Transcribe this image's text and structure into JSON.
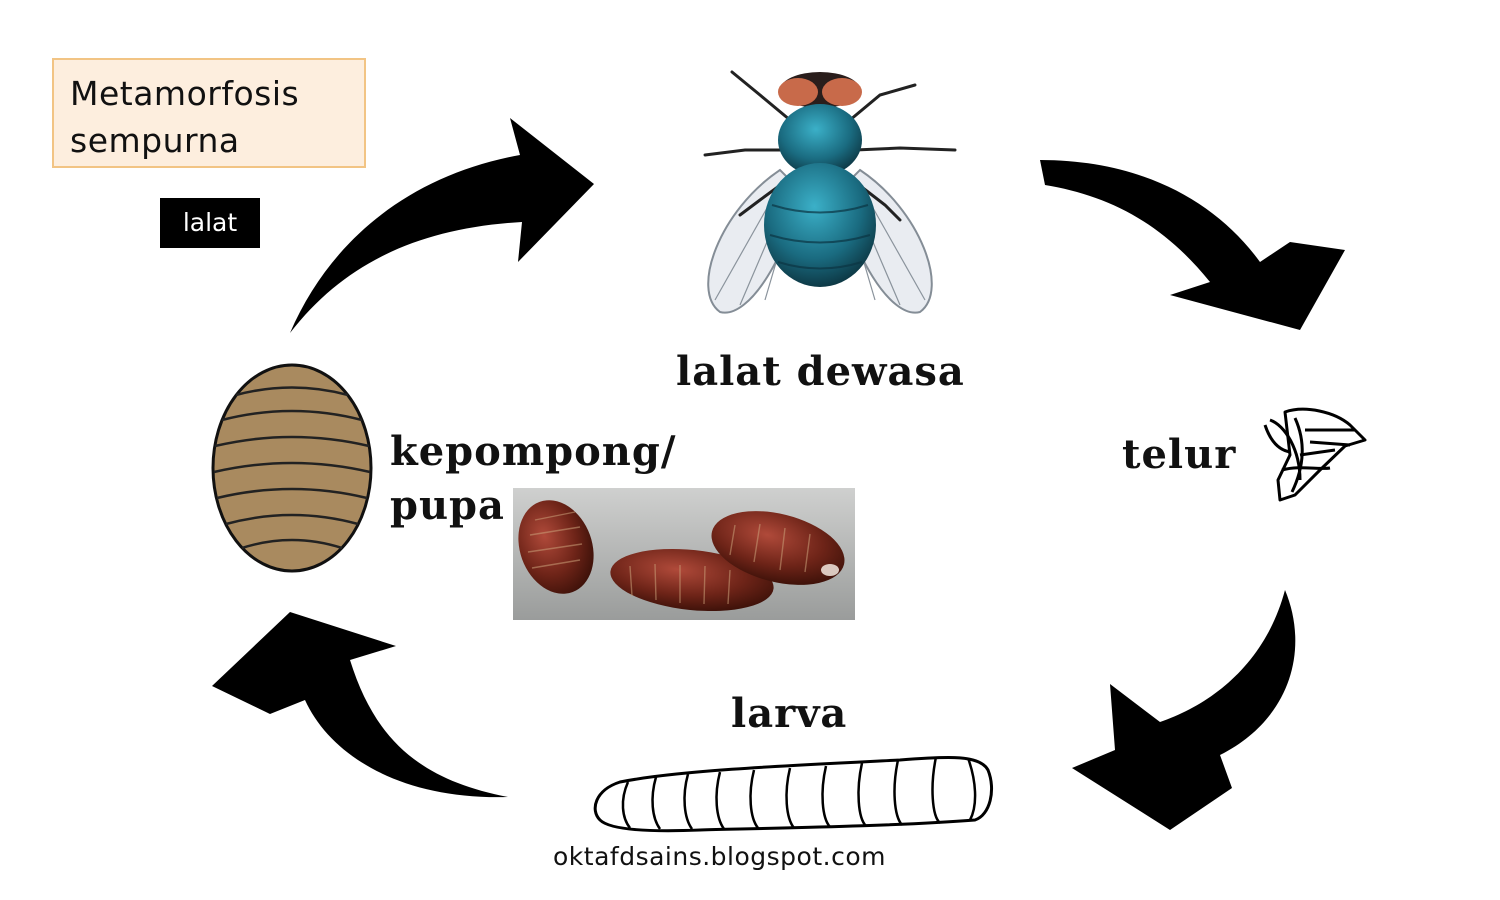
{
  "title": {
    "line1": "Metamorfosis",
    "line2": "sempurna"
  },
  "tag": "lalat",
  "stages": {
    "adult": "lalat dewasa",
    "egg": "telur",
    "larva": "larva",
    "pupa_line1": "kepompong/",
    "pupa_line2": "pupa"
  },
  "credit": "oktafdsains.blogspot.com",
  "colors": {
    "arrow": "#000000",
    "title_box_fill": "#fdeede",
    "title_box_border": "#f2c484",
    "pupa_fill": "#a98a5f",
    "fly_body": "#1e6f86",
    "fly_eyes": "#c86a4a",
    "pupa_photo": "#7a2a1e"
  }
}
